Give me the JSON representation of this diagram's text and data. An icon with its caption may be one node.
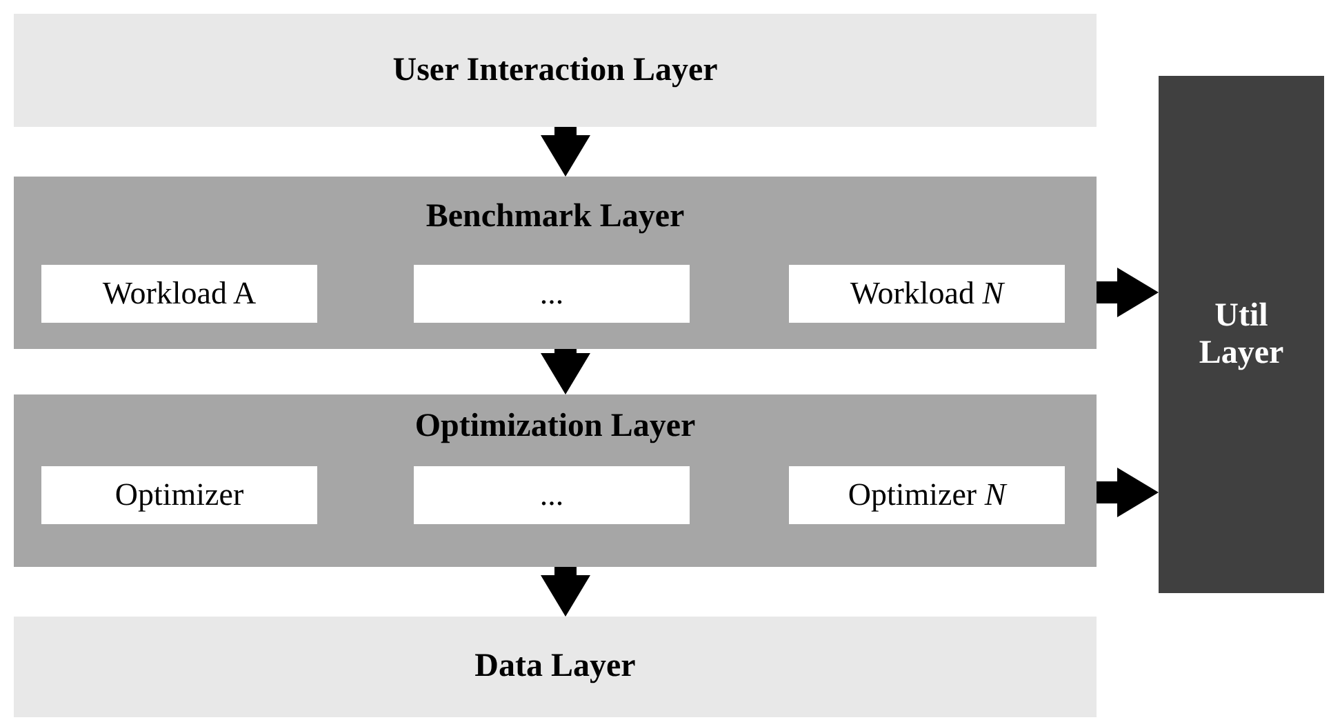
{
  "diagram": {
    "nodes": [
      {
        "text": [
          "User Interaction Layer"
        ]
      },
      {
        "text": [
          "Benchmark Layer"
        ]
      },
      {
        "text": [
          "Workload A"
        ],
        "in": 1
      },
      {
        "text": [
          "..."
        ],
        "in": 1
      },
      {
        "text": [
          "Workload *N*"
        ],
        "in": 1
      },
      {
        "text": [
          "Optimization Layer"
        ]
      },
      {
        "text": [
          "Optimizer"
        ],
        "in": 5
      },
      {
        "text": [
          "..."
        ],
        "in": 5
      },
      {
        "text": [
          "Optimizer *N*"
        ],
        "in": 5
      },
      {
        "text": [
          "Data Layer"
        ]
      },
      {
        "text": [
          "Util Layer"
        ]
      }
    ],
    "edges": [
      {
        "from": 0,
        "to": 1,
        "arrow": "to"
      },
      {
        "from": 1,
        "to": 5,
        "arrow": "to"
      },
      {
        "from": 5,
        "to": 9,
        "arrow": "to"
      },
      {
        "from": 1,
        "to": 10,
        "arrow": "to"
      },
      {
        "from": 5,
        "to": 10,
        "arrow": "to"
      }
    ]
  }
}
